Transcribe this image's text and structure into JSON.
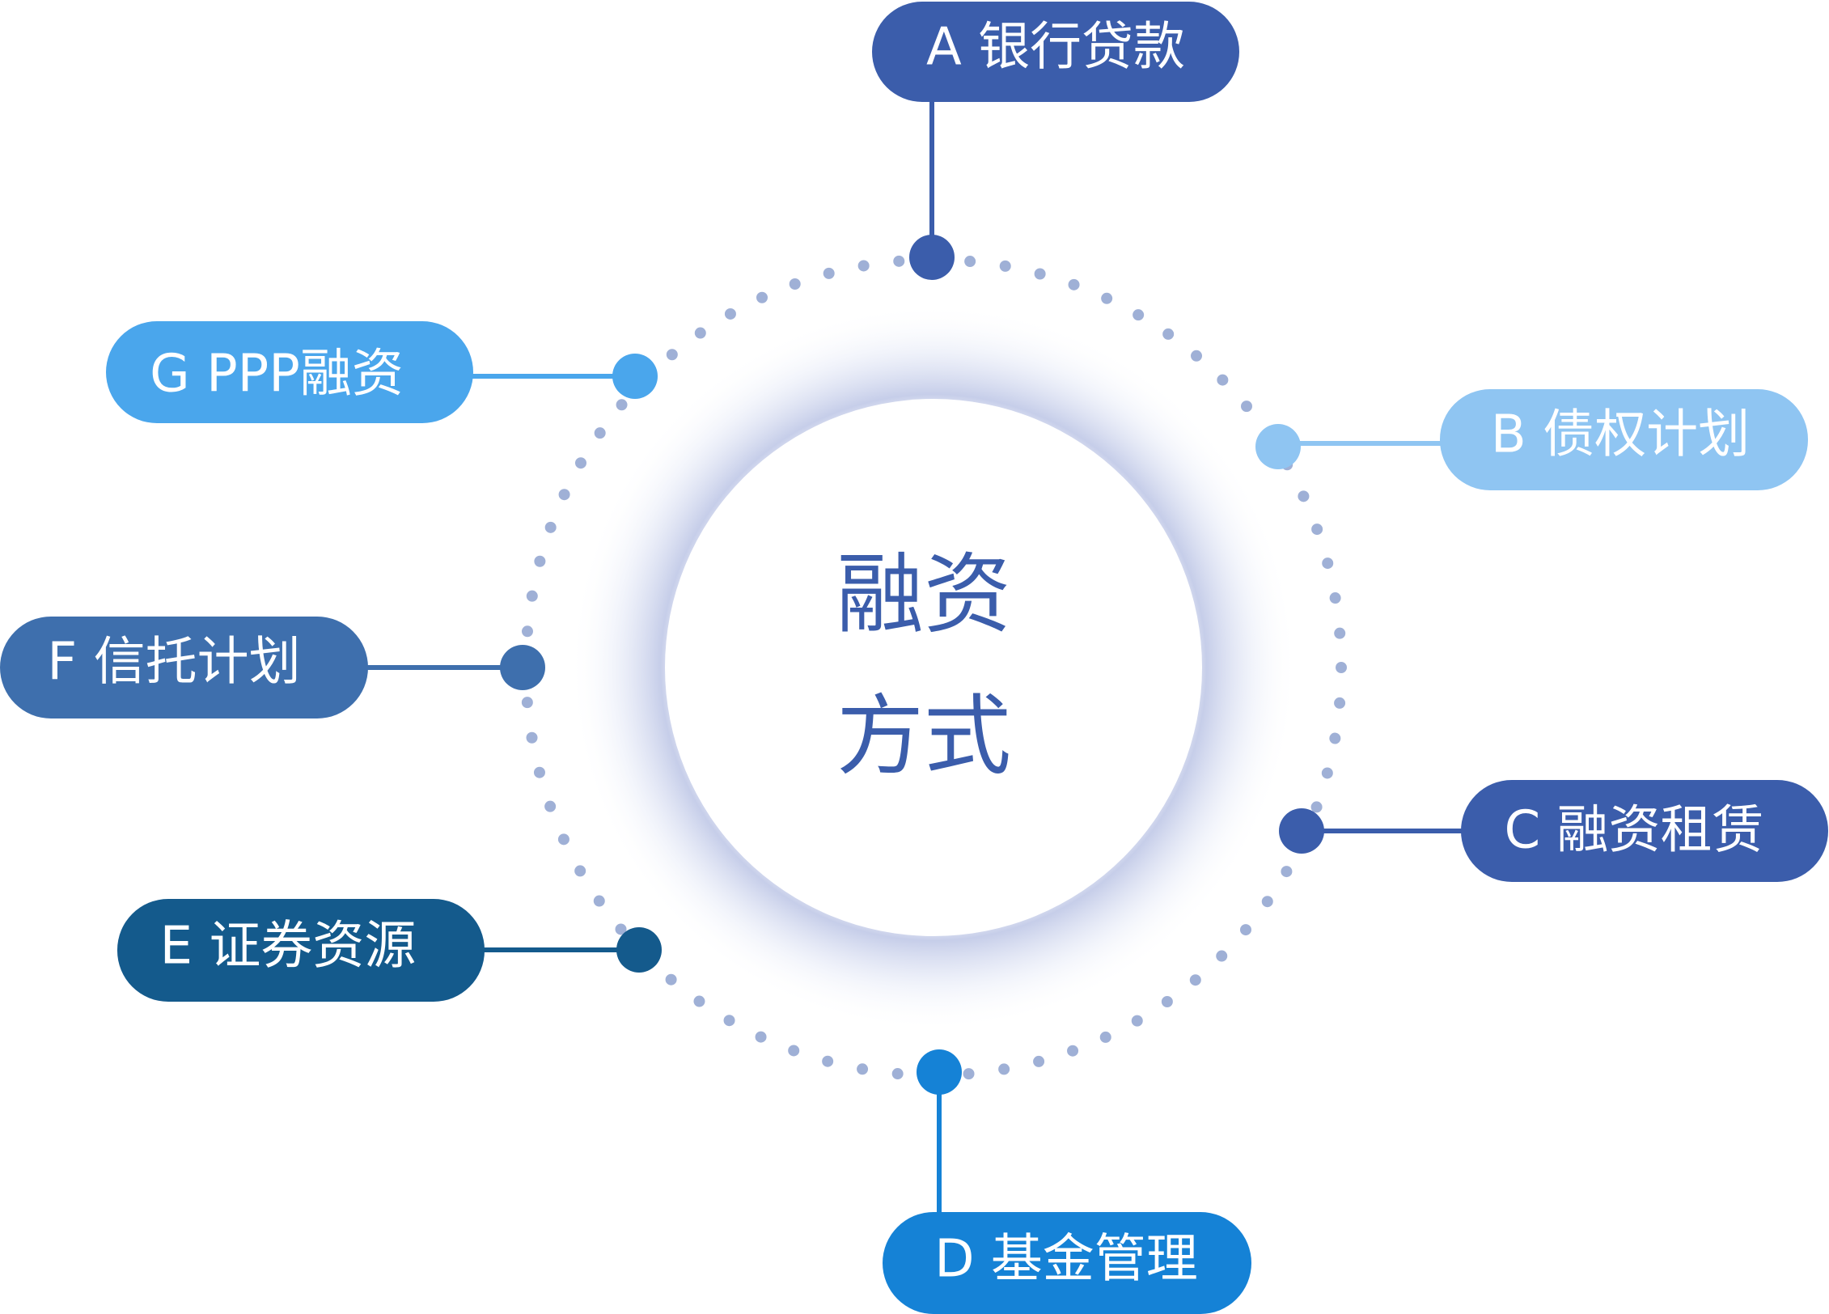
{
  "center": {
    "line1": "融资",
    "line2": "方式"
  },
  "colors": {
    "dotted_ring": "#9fb0d6",
    "center_text": "#3b5dab",
    "halo": "#c3cbe8"
  },
  "nodes": [
    {
      "id": "a",
      "letter": "A",
      "label": "银行贷款",
      "text": "A 银行贷款",
      "color": "#3b5dab"
    },
    {
      "id": "b",
      "letter": "B",
      "label": "债权计划",
      "text": "B 债权计划",
      "color": "#8fc5f2"
    },
    {
      "id": "c",
      "letter": "C",
      "label": "融资租赁",
      "text": "C 融资租赁",
      "color": "#3b5dab"
    },
    {
      "id": "d",
      "letter": "D",
      "label": "基金管理",
      "text": "D 基金管理",
      "color": "#1582d6"
    },
    {
      "id": "e",
      "letter": "E",
      "label": "证券资源",
      "text": "E 证券资源",
      "color": "#145a8c"
    },
    {
      "id": "f",
      "letter": "F",
      "label": "信托计划",
      "text": "F 信托计划",
      "color": "#3e6fad"
    },
    {
      "id": "g",
      "letter": "G",
      "label": "PPP融资",
      "text": "G PPP融资",
      "color": "#4aa6ec"
    }
  ]
}
